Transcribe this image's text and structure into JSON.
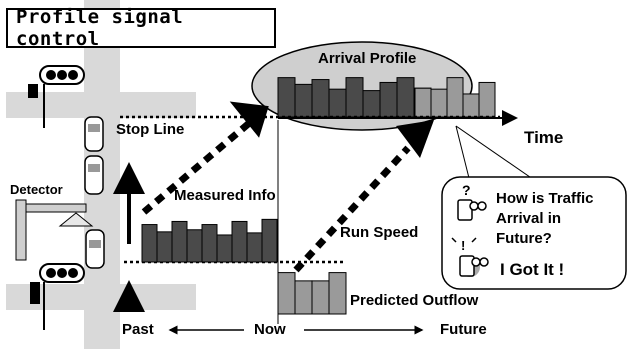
{
  "title": "Profile signal control",
  "labels": {
    "arrival_profile": "Arrival Profile",
    "stop_line": "Stop Line",
    "time": "Time",
    "detector": "Detector",
    "measured_info": "Measured Info",
    "run_speed": "Run Speed",
    "predicted_outflow": "Predicted Outflow",
    "past": "Past",
    "now": "Now",
    "future": "Future"
  },
  "callout": {
    "question_line1": "How is Traffic",
    "question_line2": "Arrival in",
    "question_line3": "Future?",
    "answer": "I Got It !"
  },
  "profiles": {
    "arrival_dark": [
      0.82,
      0.68,
      0.78,
      0.58,
      0.82,
      0.55,
      0.72,
      0.82,
      0.6
    ],
    "arrival_light": [
      0.6,
      0.58,
      0.82,
      0.48,
      0.72
    ],
    "measured": [
      0.72,
      0.58,
      0.78,
      0.62,
      0.72,
      0.52,
      0.78,
      0.56,
      0.82
    ],
    "predicted": [
      0.9,
      0.72,
      0.72,
      0.9
    ]
  },
  "colors": {
    "bar_dark": "#4a4a4a",
    "bar_light": "#9a9a9a",
    "road": "#d9d9d9",
    "ellipse": "#cfcfcf",
    "arrow": "#000000"
  }
}
